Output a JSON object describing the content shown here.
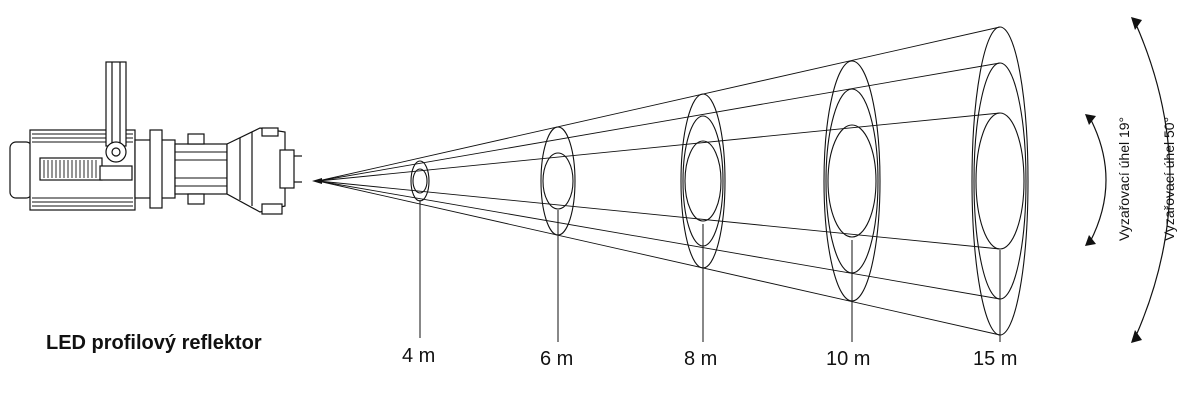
{
  "title": "LED profilový reflektor",
  "distances": [
    {
      "label": "4 m"
    },
    {
      "label": "6 m"
    },
    {
      "label": "8 m"
    },
    {
      "label": "10 m"
    },
    {
      "label": "15 m"
    }
  ],
  "angles": {
    "narrow": "Vyzařovací úhel 19°",
    "wide": "Vyzařovací úhel 50°"
  },
  "colors": {
    "line": "#111111",
    "fill": "#ffffff"
  }
}
